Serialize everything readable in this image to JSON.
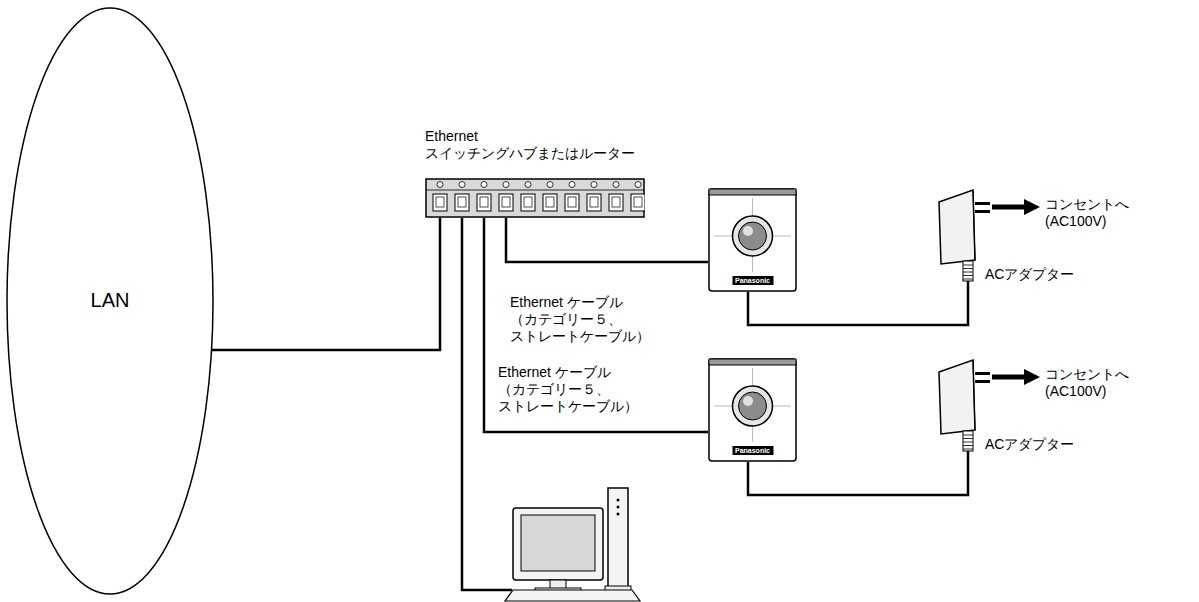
{
  "diagram": {
    "nodes": [
      {
        "text": [
          "LAN"
        ]
      },
      {
        "text": [
          "Ethernet スイッチングハブまたはルーター"
        ]
      },
      {
        "text": [
          "Panasonic"
        ]
      },
      {
        "text": [
          "ACアダプター"
        ]
      },
      {
        "text": [
          "Panasonic"
        ]
      },
      {
        "text": [
          "ACアダプター"
        ]
      }
    ],
    "edges": [
      {
        "from": 0,
        "to": 1,
        "arrow": "none"
      },
      {
        "from": 1,
        "to": 2,
        "label": "Ethernet ケーブル （カテゴリー５、 ストレートケーブル）",
        "arrow": "none"
      },
      {
        "from": 2,
        "to": 3,
        "arrow": "none"
      },
      {
        "from": 1,
        "to": 4,
        "label": "Ethernet ケーブル （カテゴリー５、 ストレートケーブル）",
        "arrow": "none"
      },
      {
        "from": 4,
        "to": 5,
        "arrow": "none"
      }
    ],
    "labels": [
      "コンセントへ (AC100V)",
      "コンセントへ (AC100V)"
    ]
  }
}
